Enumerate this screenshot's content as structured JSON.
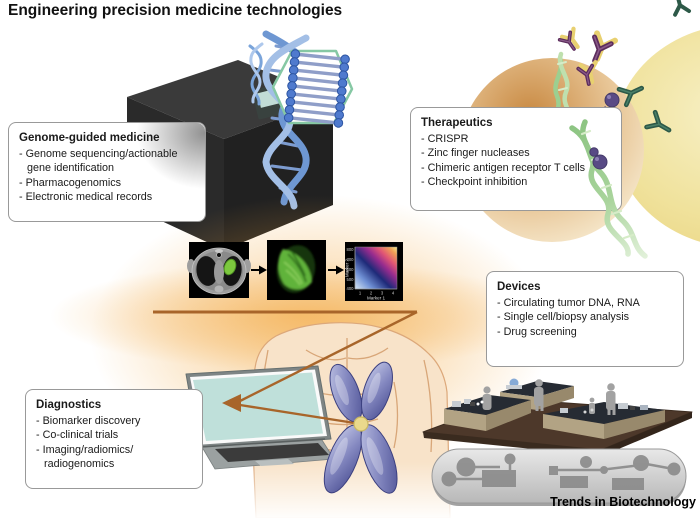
{
  "title": "Engineering precision medicine technologies",
  "footer": "Trends in Biotechnology",
  "boxes": {
    "genome": {
      "title": "Genome-guided medicine",
      "items": [
        "- Genome sequencing/actionable gene identification",
        "- Pharmacogenomics",
        "- Electronic medical records"
      ]
    },
    "therapeutics": {
      "title": "Therapeutics",
      "items": [
        "- CRISPR",
        "- Zinc finger nucleases",
        "- Chimeric antigen receptor T cells",
        "- Checkpoint inhibition"
      ]
    },
    "devices": {
      "title": "Devices",
      "items": [
        "- Circulating tumor DNA, RNA",
        "- Single cell/biopsy analysis",
        "- Drug screening"
      ]
    },
    "diagnostics": {
      "title": "Diagnostics",
      "items": [
        "- Biomarker discovery",
        "- Co-clinical trials",
        "- Imaging/radiomics/ radiogenomics"
      ]
    }
  },
  "pipeline": {
    "heatmap": {
      "type": "heatmap",
      "xlabel": "Marker 1",
      "ylabel": "Marker 2",
      "x_ticks": [
        "1",
        "2",
        "3",
        "4"
      ],
      "y_ticks": [
        "800",
        "700",
        "600",
        "500",
        "400"
      ],
      "gradient_colors": [
        "#d8e8f5",
        "#5577cc",
        "#1e2a78",
        "#962b8e",
        "#e05575",
        "#f5ec8f"
      ]
    }
  },
  "illustrations": {
    "sequencer": "dna-sequencer-machine",
    "dna_helix": "blue-dna-double-helix",
    "basepair_callout": "hexagon-basepair-zoom",
    "ct_scan": "chest-ct-scan-image",
    "fluorescence": "tumor-fluorescence-image",
    "heatmap": "marker-heatmap-plot",
    "torso": "human-torso",
    "laptop": "laptop-computer",
    "chromosome": "x-chromosome",
    "lab": "automated-lab-scene",
    "chip": "microfluidic-chip",
    "antibodies": "antibody-y-icons",
    "nuclease": "purple-nuclease-spheres"
  },
  "colors": {
    "arrow_brown": "#a8652a",
    "glow_orange": "#f2a63c",
    "cell_tan": "#c98840",
    "cell_yellow": "#f0e29c",
    "antibody_purple": "#5c2d5c",
    "antibody_green": "#2d5948",
    "dna_blue": "#5d88cc",
    "dna_green": "#9ccf90",
    "chromosome_blue": "#5a5e9e",
    "laptop_screen_teal": "#bfe0da"
  }
}
